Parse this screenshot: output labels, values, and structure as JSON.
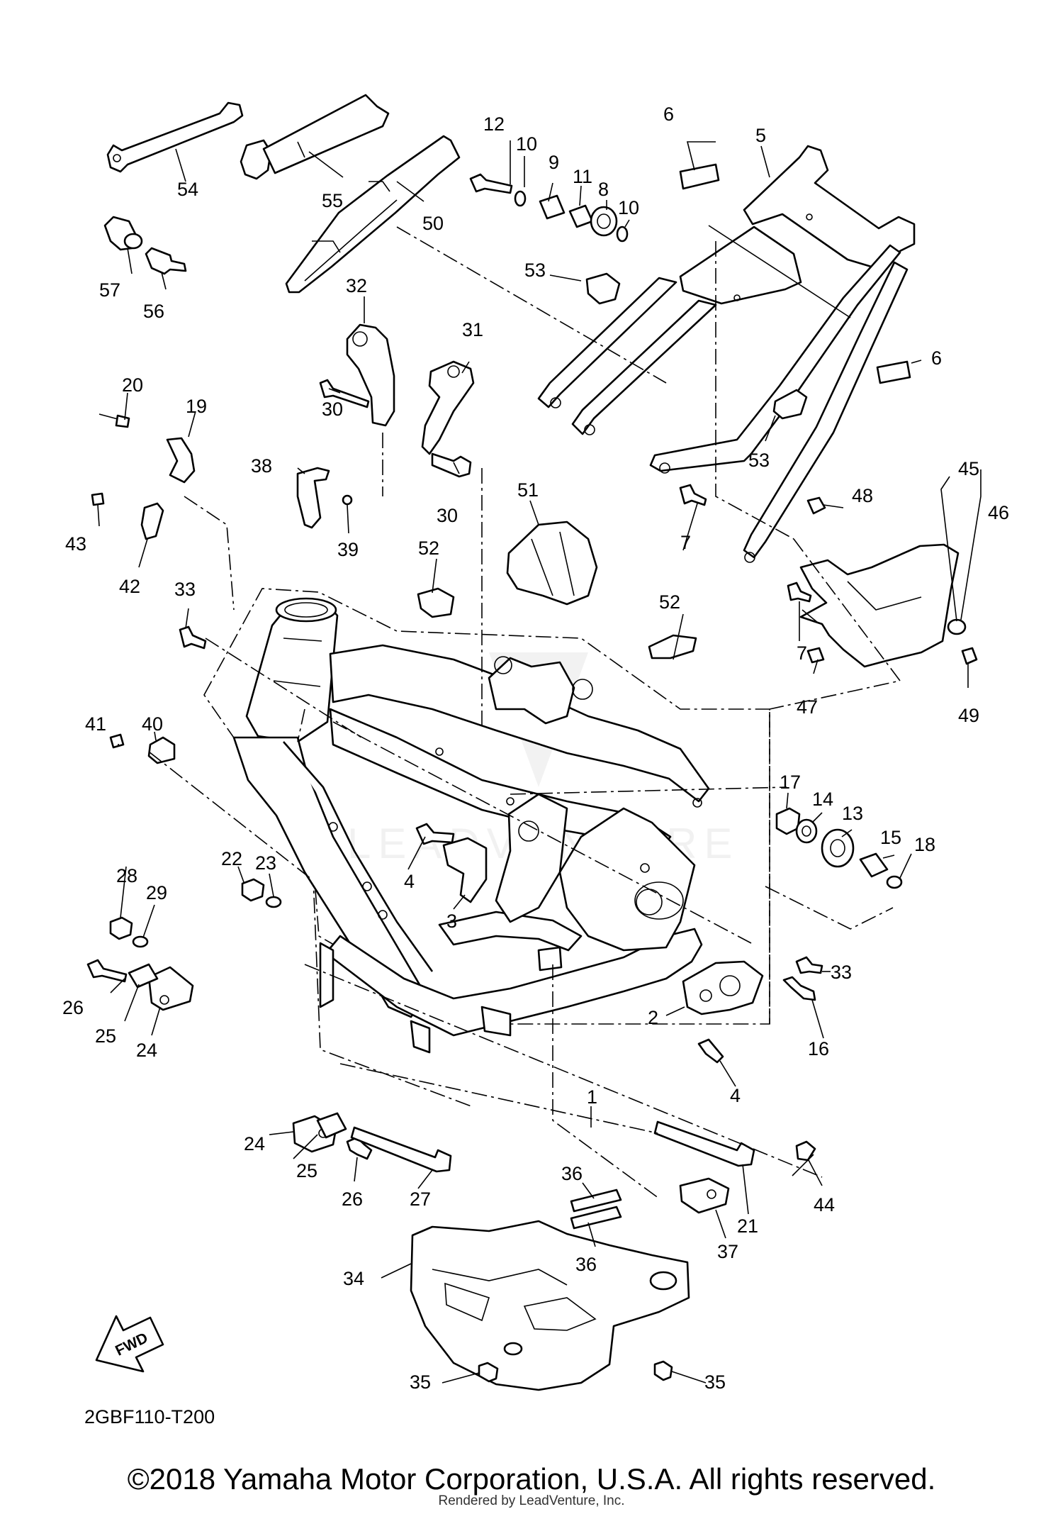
{
  "diagram": {
    "code": "2GBF110-T200",
    "fwd_label": "FWD",
    "watermark": "LEADVENTURE",
    "callouts": [
      "1",
      "2",
      "3",
      "4",
      "4",
      "5",
      "6",
      "6",
      "7",
      "7",
      "8",
      "9",
      "10",
      "10",
      "11",
      "12",
      "13",
      "14",
      "15",
      "16",
      "17",
      "18",
      "19",
      "20",
      "21",
      "22",
      "23",
      "24",
      "24",
      "25",
      "25",
      "26",
      "26",
      "27",
      "28",
      "29",
      "30",
      "30",
      "31",
      "32",
      "33",
      "33",
      "34",
      "35",
      "35",
      "36",
      "36",
      "37",
      "38",
      "39",
      "40",
      "41",
      "42",
      "43",
      "44",
      "45",
      "46",
      "47",
      "48",
      "49",
      "50",
      "51",
      "52",
      "52",
      "53",
      "53",
      "54",
      "55",
      "56",
      "57"
    ]
  },
  "footer": {
    "copyright": "©2018 Yamaha Motor Corporation, U.S.A. All rights reserved.",
    "rendered_by": "Rendered by LeadVenture, Inc."
  }
}
